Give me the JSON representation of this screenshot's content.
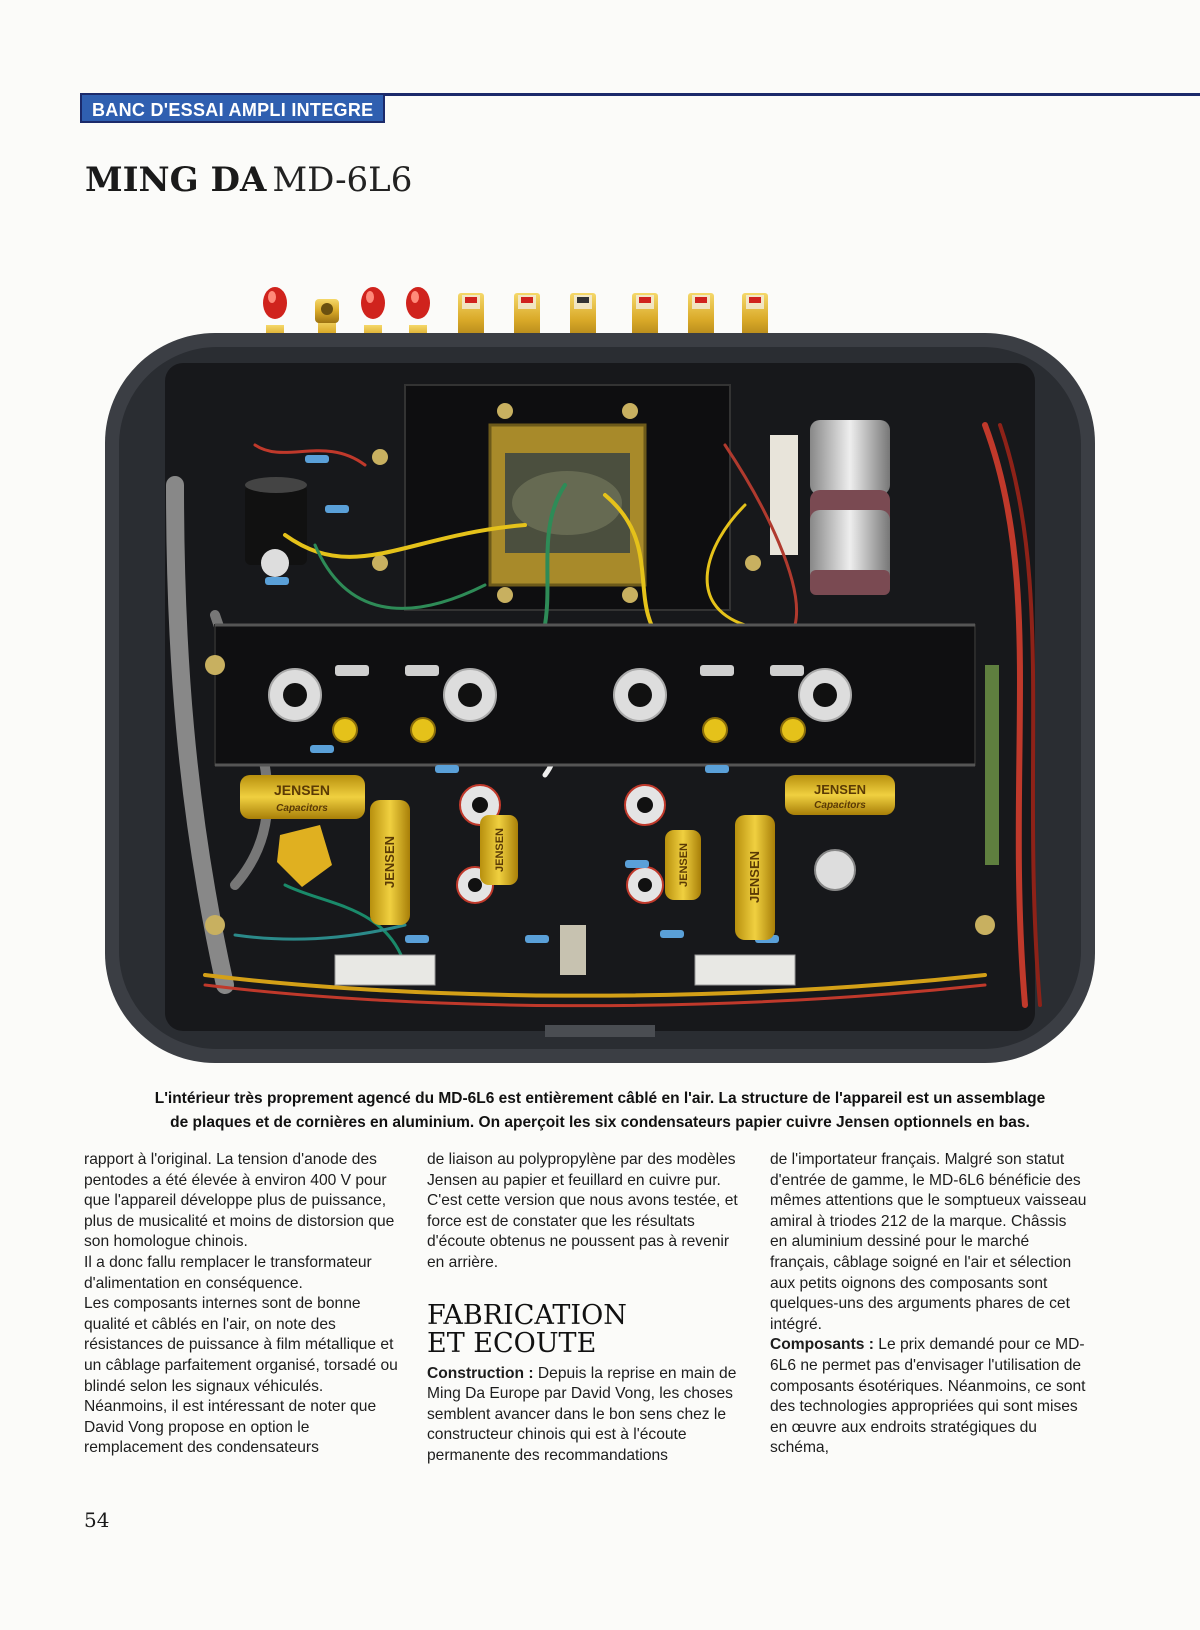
{
  "header": {
    "section": "BANC D'ESSAI AMPLI INTEGRE"
  },
  "title": {
    "brand": "MING DA",
    "model": "MD-6L6"
  },
  "caption": {
    "line1": "L'intérieur très proprement agencé du MD-6L6 est entièrement câblé en l'air. La structure de l'appareil est un assemblage",
    "line2": "de plaques et de cornières en aluminium. On aperçoit les six condensateurs papier cuivre Jensen optionnels en bas."
  },
  "photo_labels": {
    "capacitor_brand": "JENSEN",
    "capacitor_text": "Capacitors"
  },
  "column1": {
    "p1": "rapport à l'original. La tension d'anode des pentodes a été élevée à environ 400 V pour que l'appareil développe plus de puissance, plus de musicalité et moins de distorsion que son homologue chinois.",
    "p2": "Il a donc fallu remplacer le transformateur d'alimentation en conséquence.",
    "p3": "Les composants internes sont de bonne qualité et câblés en l'air, on note des résistances de puissance à film métallique et un câblage parfaitement organisé, torsadé ou blindé selon les signaux véhiculés. Néanmoins, il est intéressant de noter que David Vong propose en option le remplacement des condensateurs"
  },
  "column2": {
    "p1": "de liaison au polypropylène par des modèles Jensen au papier et feuillard en cuivre pur. C'est cette version que nous avons testée, et force est de constater que les résultats d'écoute obtenus ne poussent pas à revenir en arrière.",
    "section_title_1": "FABRICATION",
    "section_title_2": "ET ECOUTE",
    "runin": "Construction :",
    "p2": " Depuis la reprise en main de Ming Da Europe par David Vong, les choses semblent avancer dans le bon sens chez le constructeur chinois qui est à l'écoute permanente des recommandations"
  },
  "column3": {
    "p1": "de l'importateur français. Malgré son statut d'entrée de gamme, le MD-6L6 bénéficie des mêmes attentions que le somptueux vaisseau amiral à triodes 212 de la marque. Châssis en aluminium dessiné pour le marché français, câblage soigné en l'air et sélection aux petits oignons des composants sont quelques-uns des arguments phares de cet intégré.",
    "runin": "Composants :",
    "p2": " Le prix demandé pour ce MD-6L6 ne permet pas d'envisager l'utilisation de composants ésotériques. Néanmoins, ce sont des technologies appropriées qui sont mises en œuvre aux endroits stratégiques du schéma,"
  },
  "footer": {
    "page_number": "54"
  }
}
